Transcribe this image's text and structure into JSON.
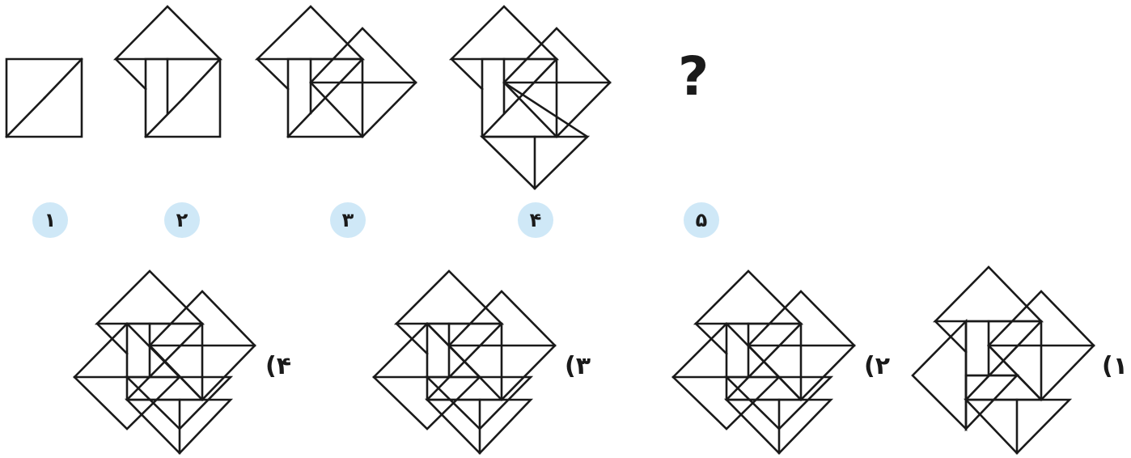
{
  "question_mark": "?",
  "sequence_numbers": [
    "۱",
    "۲",
    "۳",
    "۴",
    "۵"
  ],
  "option_labels": [
    "(۴",
    "(۳",
    "(۲",
    "(۱"
  ]
}
